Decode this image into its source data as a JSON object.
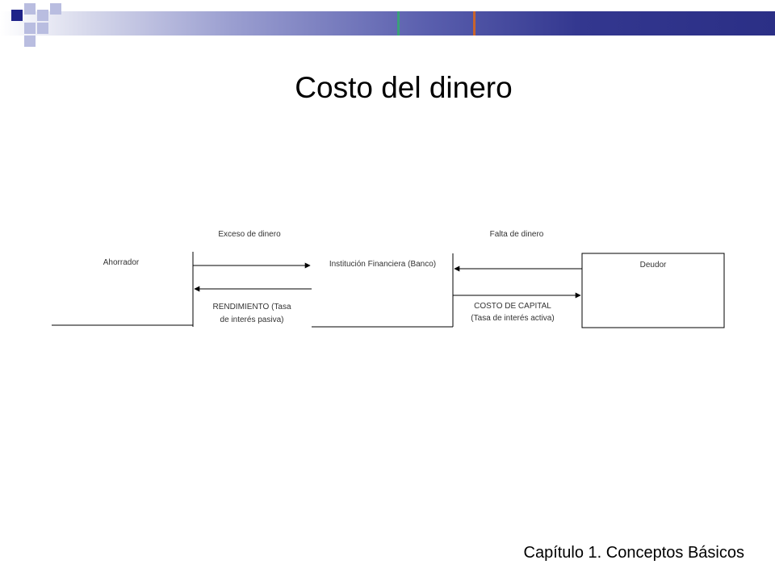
{
  "slide": {
    "title": "Costo del dinero",
    "footer": "Capítulo 1. Conceptos Básicos"
  },
  "colors": {
    "bar_dark": "#2b2f86",
    "square_dark": "#1f2389",
    "square_light": "#b9bde0",
    "accent_green": "#3aa07a",
    "accent_orange": "#c8642c"
  },
  "diagram": {
    "ahorrador": "Ahorrador",
    "institucion": "Institución Financiera (Banco)",
    "deudor": "Deudor",
    "exceso": "Exceso de dinero",
    "falta": "Falta de dinero",
    "rendimiento_1": "RENDIMIENTO (Tasa",
    "rendimiento_2": "de interés pasiva)",
    "costo_1": "COSTO DE CAPITAL",
    "costo_2": "(Tasa de interés activa)"
  }
}
